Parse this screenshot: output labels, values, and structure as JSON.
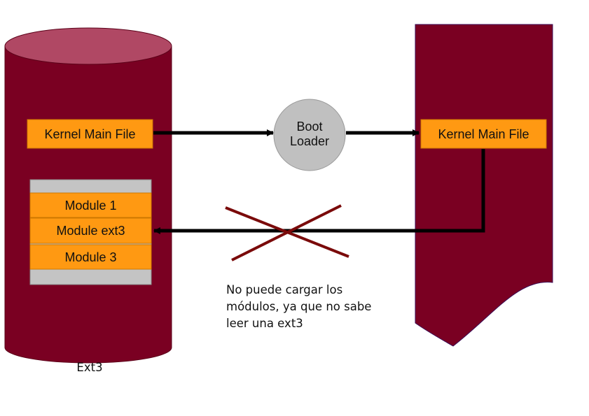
{
  "disk": {
    "kernel_label": "Kernel Main File",
    "modules": [
      "Module 1",
      "Module ext3",
      "Module 3"
    ],
    "caption": "Ext3"
  },
  "boot_loader": {
    "line1": "Boot",
    "line2": "Loader"
  },
  "memory": {
    "kernel_label": "Kernel Main File"
  },
  "note": {
    "lines": [
      "No puede cargar los",
      "módulos, ya que no sabe",
      "leer una ext3"
    ]
  },
  "colors": {
    "storage": "#7a0022",
    "storage_top": "#b04864",
    "box": "#ff9912",
    "cross": "#7a0a0a",
    "loader": "#c0c0c0"
  }
}
